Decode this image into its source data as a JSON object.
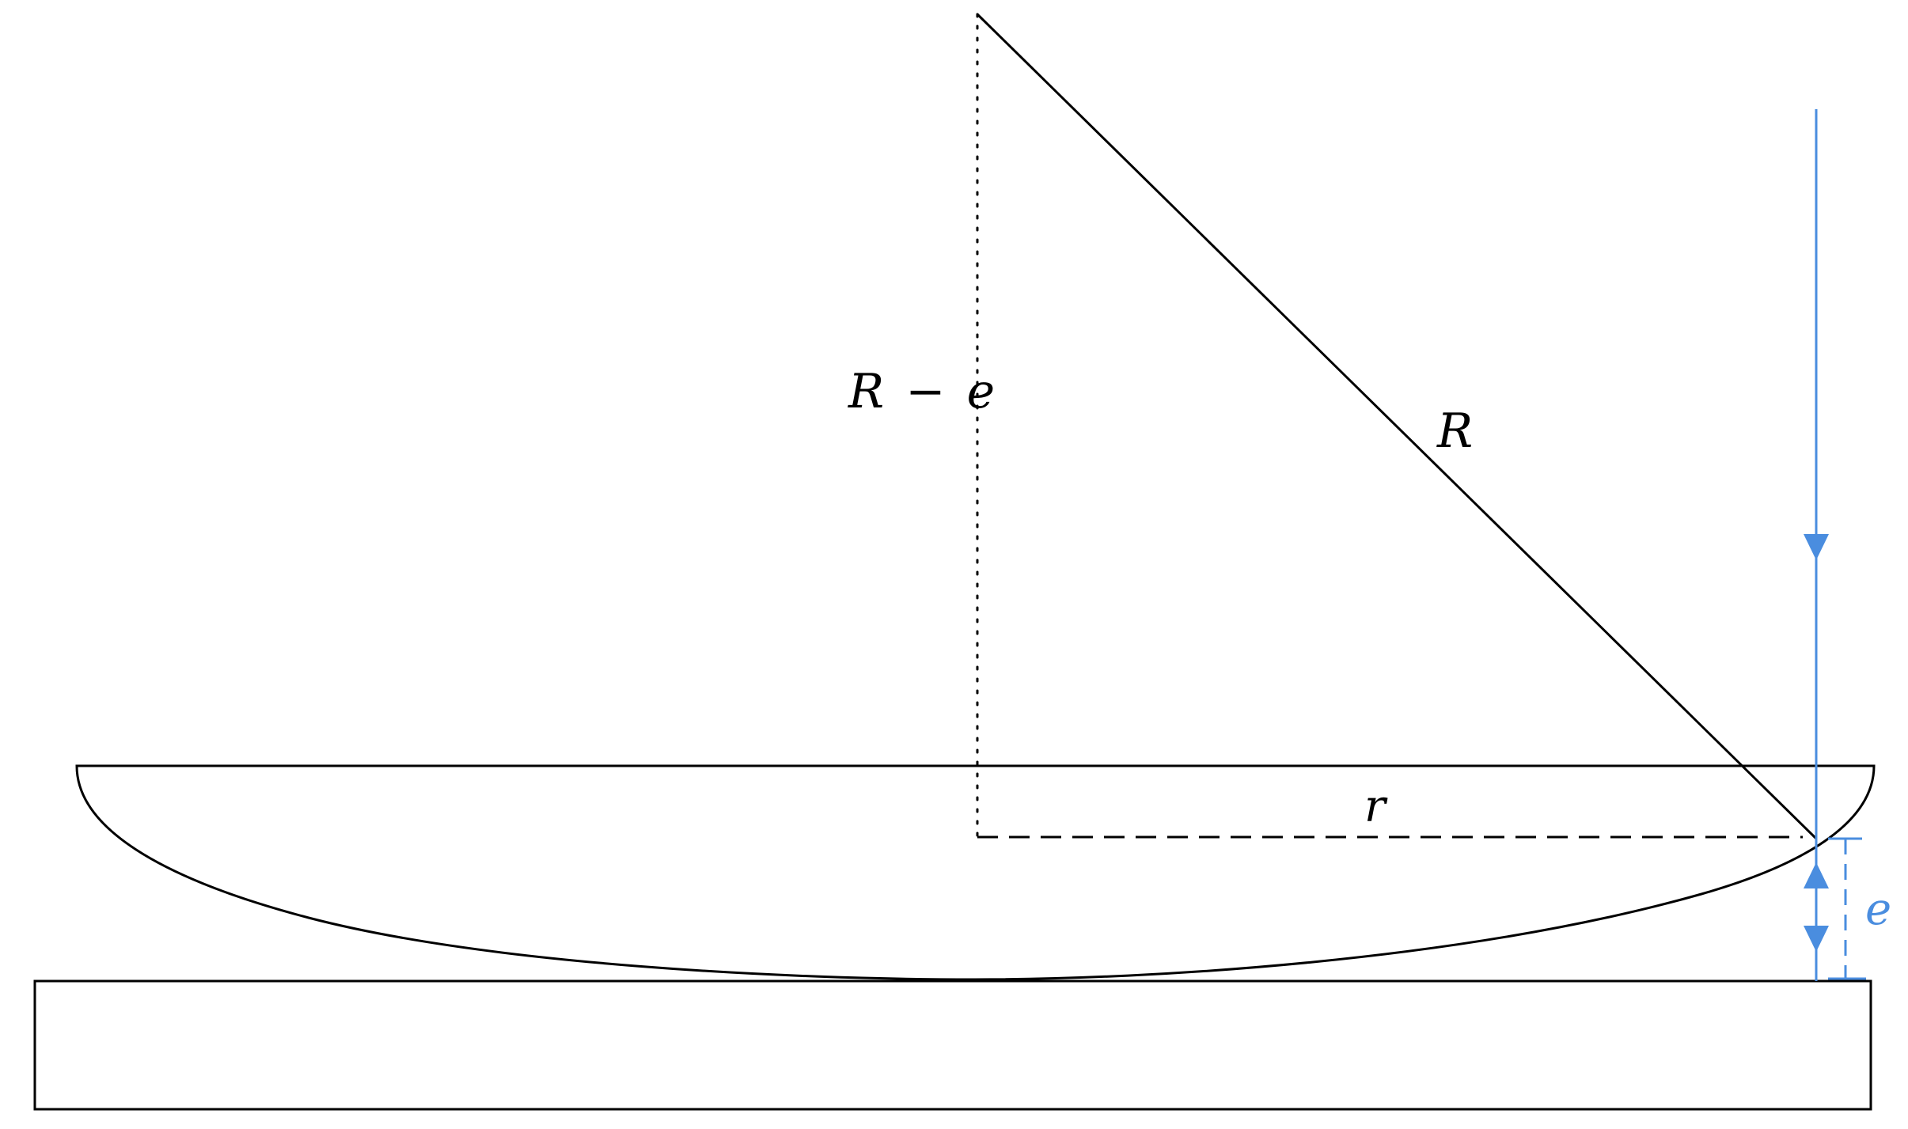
{
  "labels": {
    "r_minus_e_R": "R",
    "r_minus_e_minus": "−",
    "r_minus_e_e": "e",
    "radius": "R",
    "small_r": "r",
    "thickness": "e"
  },
  "colors": {
    "line": "#000000",
    "ray": "#4a8ddf"
  }
}
